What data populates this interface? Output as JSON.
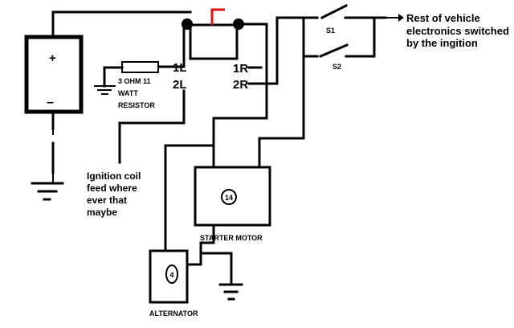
{
  "battery": {
    "plus": "+",
    "minus": "–"
  },
  "resistor": {
    "line1": "3 OHM 11",
    "line2": "WATT",
    "line3": "RESISTOR"
  },
  "terminals": {
    "one_l": "1L",
    "two_l": "2L",
    "one_r": "1R",
    "two_r": "2R"
  },
  "switches": {
    "s1": "S1",
    "s2": "S2"
  },
  "rest_note": {
    "line1": "Rest of vehicle",
    "line2": "electronics switched",
    "line3": "by the ingition"
  },
  "coil_note": {
    "line1": "Ignition coil",
    "line2": "feed where",
    "line3": "ever that",
    "line4": "maybe"
  },
  "starter": {
    "number": "14",
    "label": "STARTER MOTOR"
  },
  "alternator": {
    "number": "4",
    "label": "ALTERNATOR"
  },
  "colors": {
    "ink": "#000000",
    "relay_mark": "#e01010"
  }
}
